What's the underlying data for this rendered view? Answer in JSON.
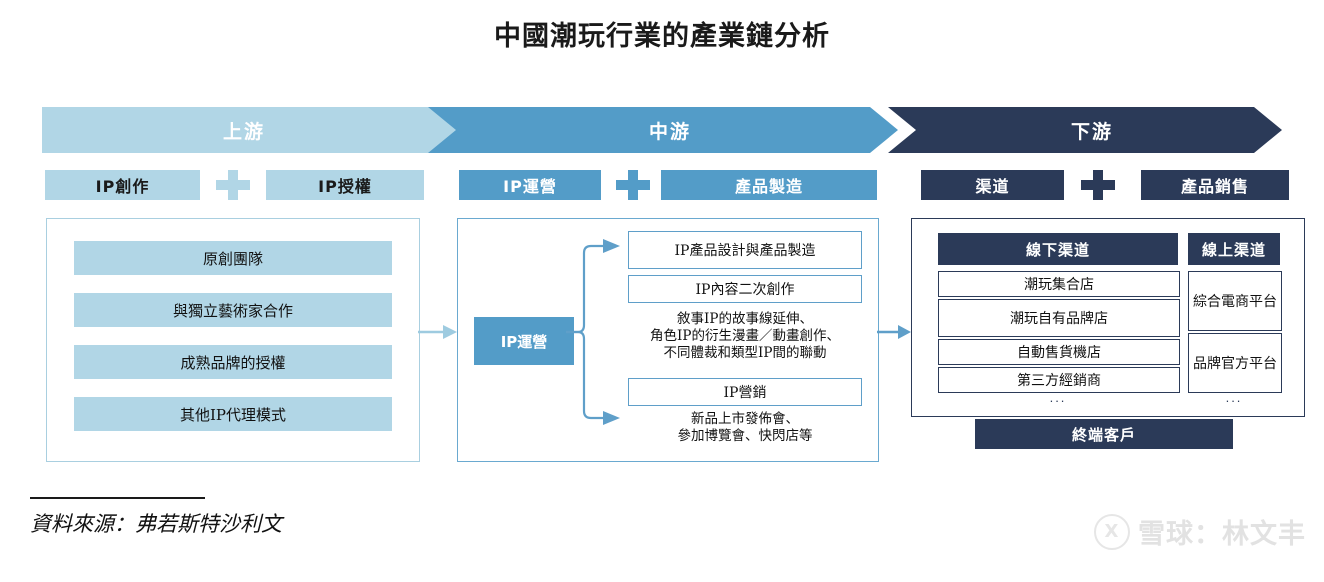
{
  "title": "中國潮玩行業的產業鏈分析",
  "colors": {
    "light_blue": "#b1d6e6",
    "mid_blue": "#539cc8",
    "navy": "#2b3a58",
    "white": "#ffffff"
  },
  "stages": [
    {
      "key": "upstream",
      "banner": "上游",
      "headers": [
        "IP創作",
        "IP授權"
      ],
      "separator": "+",
      "items": [
        "原創團隊",
        "與獨立藝術家合作",
        "成熟品牌的授權",
        "其他IP代理模式"
      ]
    },
    {
      "key": "midstream",
      "banner": "中游",
      "headers": [
        "IP運營",
        "產品製造"
      ],
      "separator": "+",
      "node": "IP運營",
      "boxes": [
        {
          "label": "IP產品設計與產品製造"
        },
        {
          "label": "IP內容二次創作"
        }
      ],
      "note_top": "敘事IP的故事線延伸、\n角色IP的衍生漫畫／動畫創作、\n不同體裁和類型IP間的聯動",
      "box_marketing": "IP營銷",
      "note_bottom": "新品上市發佈會、\n參加博覽會、快閃店等"
    },
    {
      "key": "downstream",
      "banner": "下游",
      "headers": [
        "渠道",
        "產品銷售"
      ],
      "separator": "+",
      "offline": {
        "title": "線下渠道",
        "items": [
          "潮玩集合店",
          "潮玩自有品牌店",
          "自動售貨機店",
          "第三方經銷商"
        ],
        "ellipsis": "..."
      },
      "online": {
        "title": "線上渠道",
        "items": [
          "綜合電商平台",
          "品牌官方平台"
        ],
        "ellipsis": "..."
      },
      "footer": "終端客戶"
    }
  ],
  "source": "資料來源：弗若斯特沙利文",
  "watermark": {
    "logo": "X",
    "text": "雪球：林文丰"
  }
}
